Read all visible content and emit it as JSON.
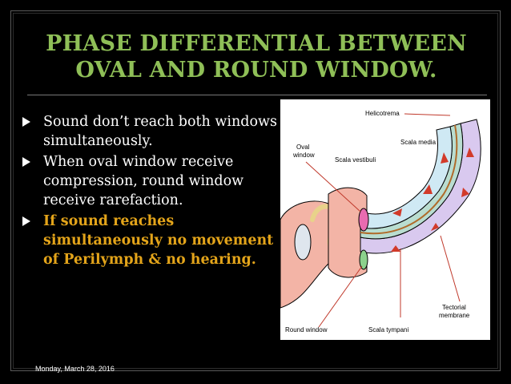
{
  "slide": {
    "title_line1": "PHASE DIFFERENTIAL BETWEEN",
    "title_line2": "OVAL AND ROUND WINDOW.",
    "bullets": [
      {
        "text": "Sound don’t reach both windows simultaneously."
      },
      {
        "text": "When oval window receive compression, round window receive rarefaction."
      },
      {
        "text": "If sound reaches simultaneously no movement of Perilymph & no hearing."
      }
    ],
    "footer_date": "Monday, March 28, 2016"
  },
  "diagram": {
    "labels": {
      "helicotrema": "Helicotrema",
      "scala_media": "Scala media",
      "oval_window_1": "Oval",
      "oval_window_2": "window",
      "scala_vestibuli": "Scala vestibuli",
      "round_window": "Round window",
      "scala_tympani": "Scala tympani",
      "tectorial_1": "Tectorial",
      "tectorial_2": "membrane"
    }
  },
  "colors": {
    "title": "#8fbf57",
    "highlight_text": "#e3a41a",
    "background": "#000000"
  }
}
